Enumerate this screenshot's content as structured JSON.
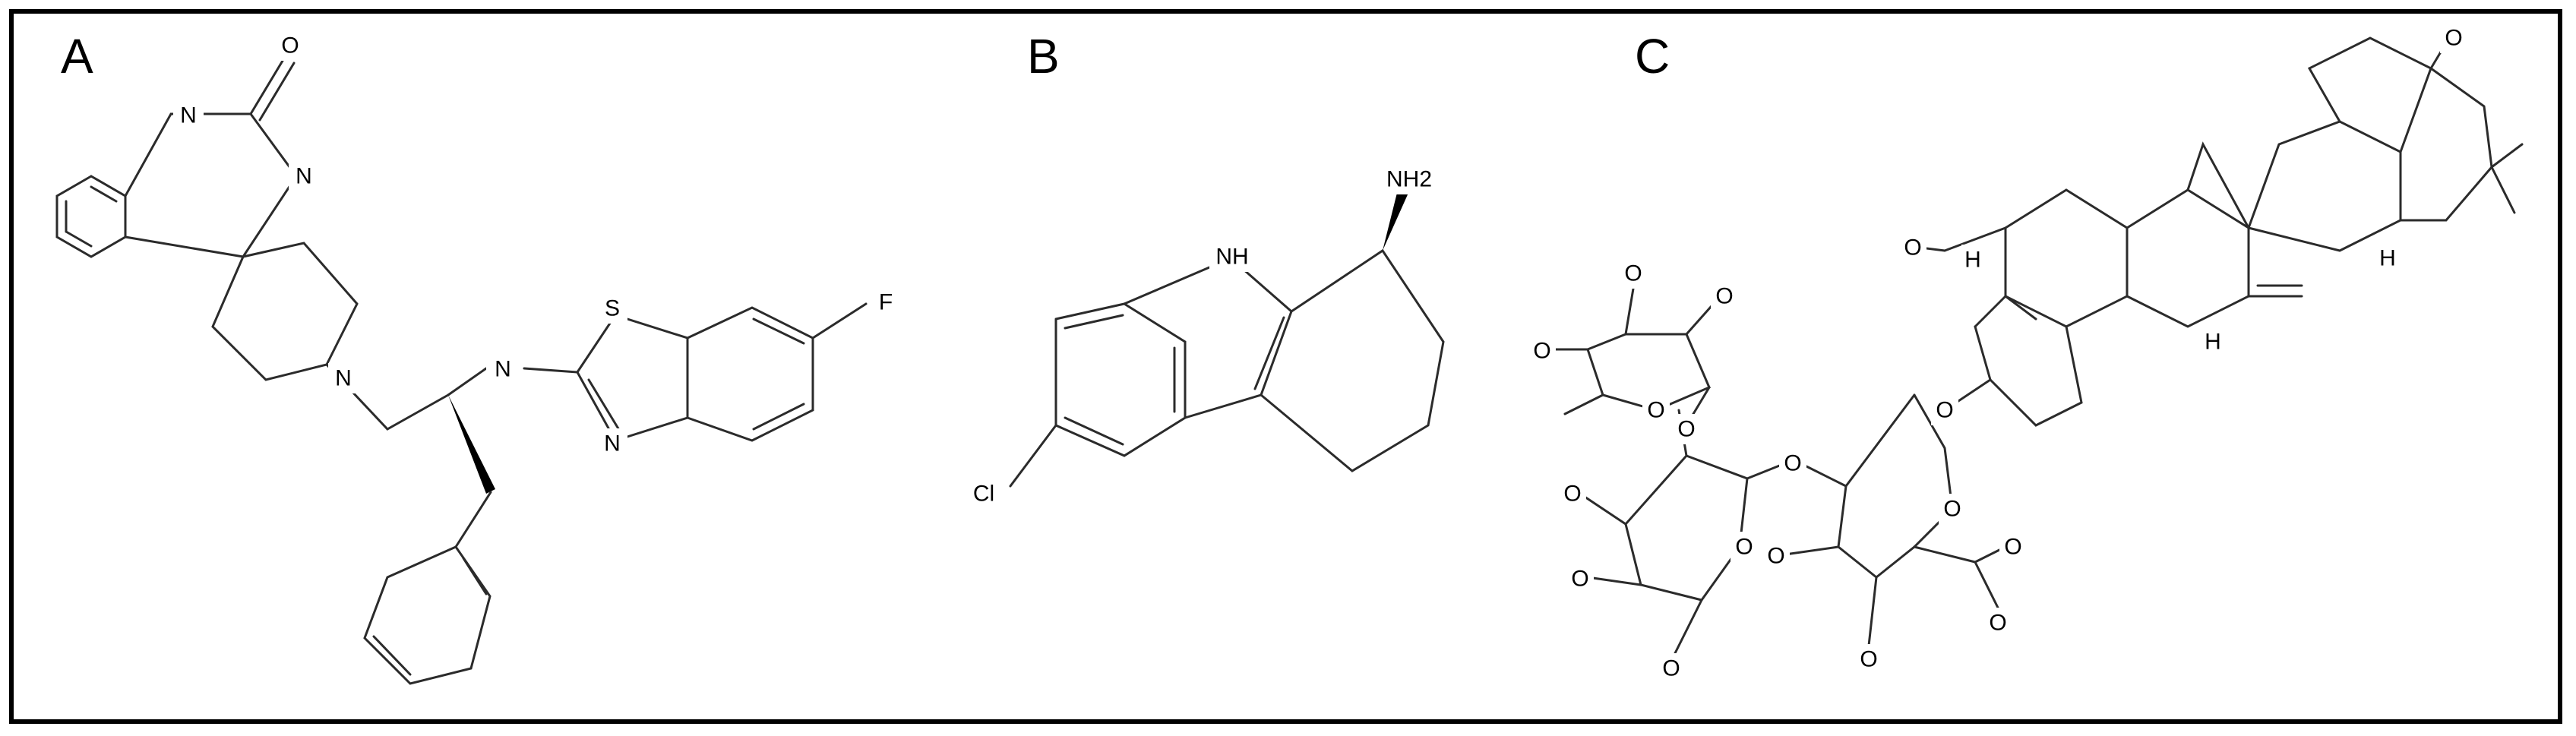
{
  "panels": [
    {
      "letter": "A"
    },
    {
      "letter": "B"
    },
    {
      "letter": "C"
    }
  ],
  "atoms": {
    "a_o1": "O",
    "a_n1": "N",
    "a_n2": "N",
    "a_n3": "N",
    "a_n4": "N",
    "a_s": "S",
    "a_n5": "N",
    "a_f": "F",
    "b_nh": "NH",
    "b_nh2": "NH2",
    "b_cl": "Cl",
    "c_o_top": "O",
    "c_o_ch2oh": "O",
    "c_h1": "H",
    "c_h2": "H",
    "c_h3": "H",
    "c_o_glyc": "O",
    "c_o_ring3": "O",
    "c_o_cooh1": "O",
    "c_o_cooh2": "O",
    "c_o_r3a": "O",
    "c_o_r3b": "O",
    "c_o_link": "O",
    "c_o_ring2": "O",
    "c_o_r2a": "O",
    "c_o_r2b": "O",
    "c_o_r2c": "O",
    "c_o_ring1": "O",
    "c_o_link2": "O",
    "c_o_r1a": "O",
    "c_o_r1b": "O",
    "c_o_r1c": "O"
  }
}
